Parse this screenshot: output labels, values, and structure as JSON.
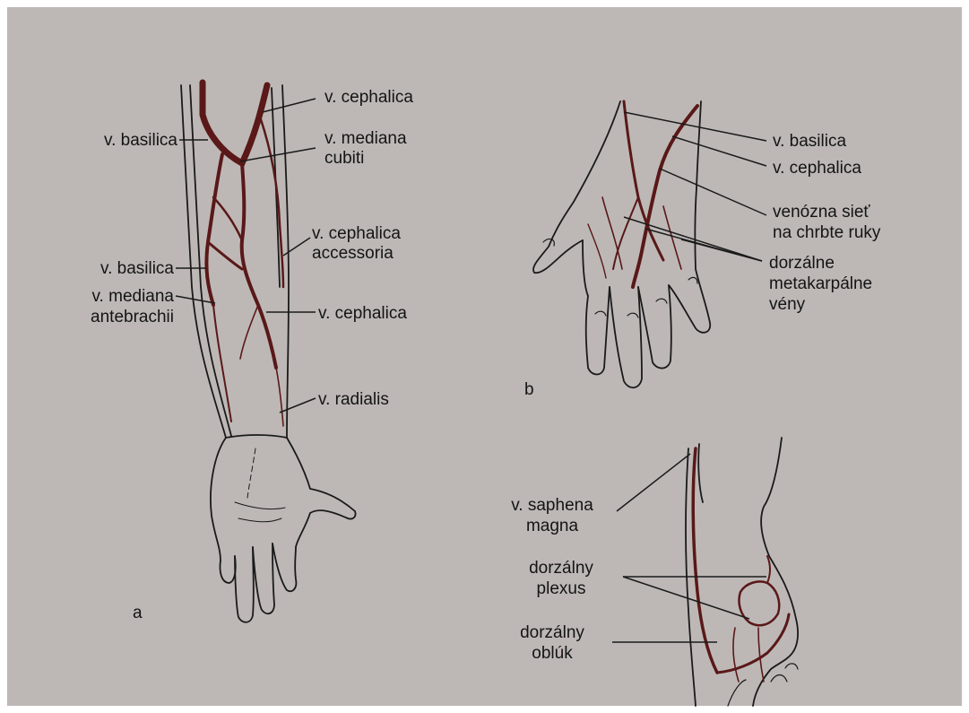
{
  "colors": {
    "background": "#bdb8b6",
    "outline": "#1a1a1a",
    "vein": "#5a1818"
  },
  "panel_a": {
    "letter": "a",
    "labels": {
      "cephalica_top": "v. cephalica",
      "basilica_top": "v. basilica",
      "mediana_cubiti_1": "v. mediana",
      "mediana_cubiti_2": "cubiti",
      "cephalica_acc_1": "v. cephalica",
      "cephalica_acc_2": "accessoria",
      "basilica_low": "v. basilica",
      "mediana_ante_1": "v. mediana",
      "mediana_ante_2": "antebrachii",
      "cephalica_low": "v. cephalica",
      "radialis": "v. radialis"
    }
  },
  "panel_b": {
    "letter": "b",
    "labels": {
      "basilica": "v. basilica",
      "cephalica": "v. cephalica",
      "siet_1": "venózna sieť",
      "siet_2": "na chrbte ruky",
      "meta_1": "dorzálne",
      "meta_2": "metakarpálne",
      "meta_3": "vény"
    }
  },
  "panel_c": {
    "labels": {
      "saphena_1": "v. saphena",
      "saphena_2": "magna",
      "plexus_1": "dorzálny",
      "plexus_2": "plexus",
      "oblouk_1": "dorzálny",
      "oblouk_2": "oblúk"
    }
  }
}
